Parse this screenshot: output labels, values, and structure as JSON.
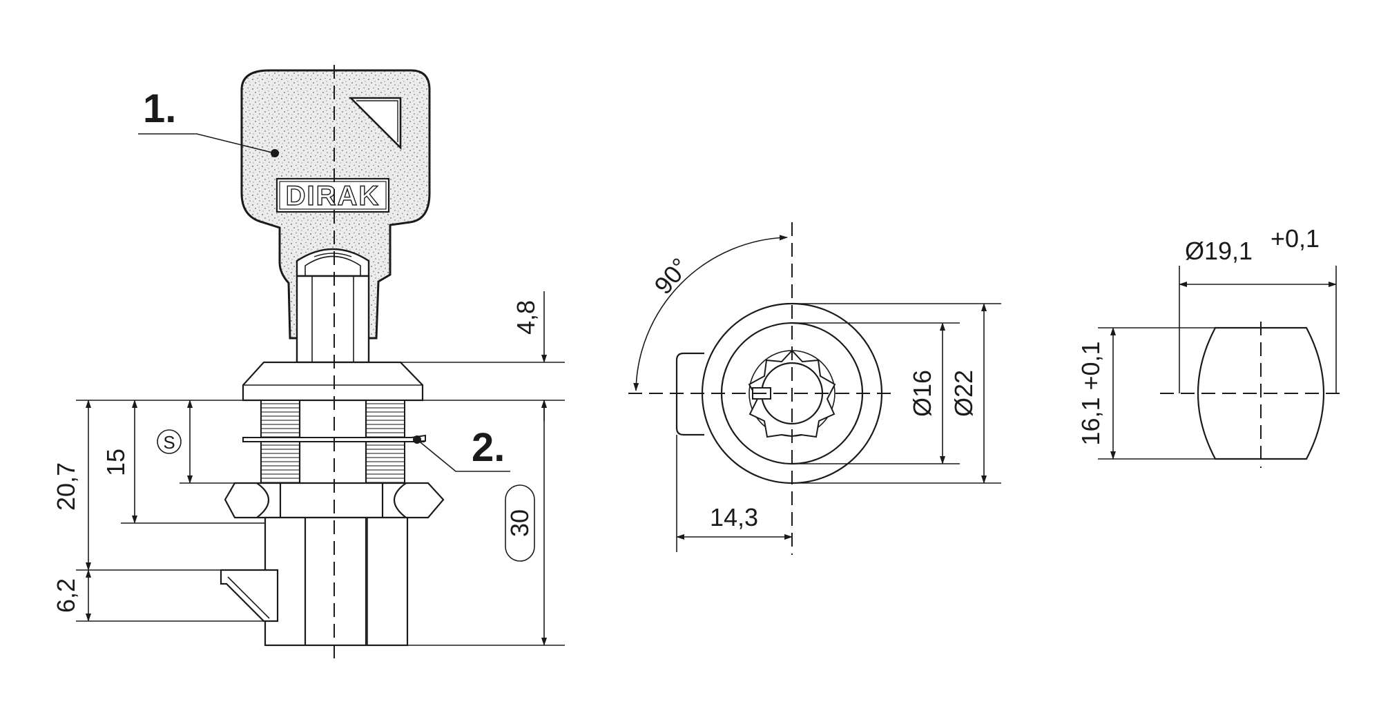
{
  "callouts": {
    "key": "1.",
    "nut": "2."
  },
  "key_brand": "DIRAK",
  "side_view": {
    "dim_key_protrusion": "4,8",
    "dim_thread_length": "20,7",
    "dim_panel_thickness": "15",
    "symbol_s": "S",
    "dim_cam_height": "6,2",
    "dim_total_length": "30"
  },
  "front_view": {
    "angle": "90°",
    "dim_inner_diameter": "Ø16",
    "dim_outer_diameter": "Ø22",
    "dim_cam_offset": "14,3"
  },
  "cutout_view": {
    "dim_width": "Ø19,1",
    "dim_width_tol": "+0,1",
    "dim_height": "16,1 +0,1"
  },
  "colors": {
    "line": "#1a1a1a",
    "key_fill": "#ebebeb",
    "background": "#ffffff"
  }
}
